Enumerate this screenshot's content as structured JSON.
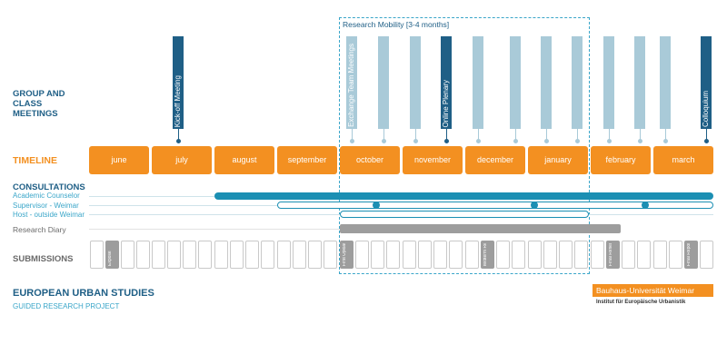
{
  "sections": {
    "group_meetings": "GROUP AND CLASS MEETINGS",
    "timeline": "TIMELINE",
    "consultations": "CONSULTATIONS",
    "submissions": "SUBMISSIONS"
  },
  "research_mobility_label": "Research Mobility [3-4 months]",
  "months": [
    "june",
    "july",
    "august",
    "september",
    "october",
    "november",
    "december",
    "january",
    "february",
    "march"
  ],
  "meetings": [
    "Kick-off Meeting",
    "Exchange Team Meetings",
    "Online Plenary",
    "Colloquium"
  ],
  "consultations": {
    "academic": "Academic Counselor",
    "supervisor": "Supervisor - Weimar",
    "host": "Host - outside Weimar"
  },
  "research_diary": "Research Diary",
  "submissions": {
    "expose": "Exposé",
    "uploads": "First Uploads",
    "midterm": "Midterm Reflection",
    "final_reflection": "Final Reflection",
    "final_report": "Final Report"
  },
  "footer": {
    "title": "EUROPEAN URBAN STUDIES",
    "subtitle": "GUIDED RESEARCH PROJECT",
    "logo": "Bauhaus-Universität Weimar",
    "institute": "Institut für Europäische Urbanistik"
  },
  "colors": {
    "orange": "#f39021",
    "dark_blue": "#1f5f86",
    "teal": "#1b8fb3",
    "light_blue": "#a9cad8",
    "gray": "#9d9d9d"
  }
}
